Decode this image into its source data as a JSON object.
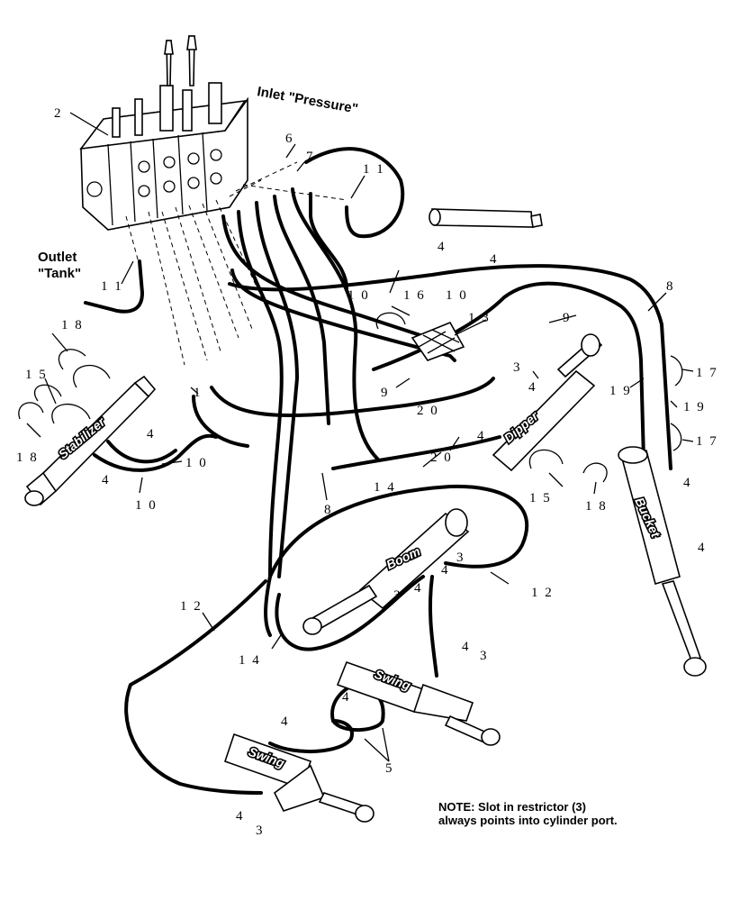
{
  "labels": {
    "inlet_pressure": "Inlet \"Pressure\"",
    "outlet": "Outlet",
    "tank": "\"Tank\"",
    "stabilizer": "Stabilizer",
    "dipper": "Dipper",
    "bucket": "Bucket",
    "boom": "Boom",
    "swing_upper": "Swing",
    "swing_lower": "Swing"
  },
  "callouts": {
    "c1": "1",
    "c2": "2",
    "c3a": "3",
    "c3b": "3",
    "c3c": "3",
    "c3d": "3",
    "c3e": "3",
    "c4a": "4",
    "c4b": "4",
    "c4c": "4",
    "c4d": "4",
    "c4e": "4",
    "c4f": "4",
    "c4g": "4",
    "c4h": "4",
    "c4i": "4",
    "c4j": "4",
    "c4k": "4",
    "c4l": "4",
    "c4m": "4",
    "c4n": "4",
    "c5": "5",
    "c6": "6",
    "c7": "7",
    "c8a": "8",
    "c8b": "8",
    "c9a": "9",
    "c9b": "9",
    "c10a": "1 0",
    "c10b": "1 0",
    "c10c": "1 0",
    "c10d": "1 0",
    "c11a": "1 1",
    "c11b": "1 1",
    "c12a": "1 2",
    "c12b": "1 2",
    "c13": "1 3",
    "c14a": "1 4",
    "c14b": "1 4",
    "c15a": "1 5",
    "c15b": "1 5",
    "c16": "1 6",
    "c17a": "1 7",
    "c17b": "1 7",
    "c18a": "1 8",
    "c18b": "1 8",
    "c18c": "1 8",
    "c19a": "1 9",
    "c19b": "1 9",
    "c20a": "2 0",
    "c20b": "2 0"
  },
  "note": {
    "line1": "NOTE: Slot in restrictor (3)",
    "line2": "always points into cylinder port."
  }
}
